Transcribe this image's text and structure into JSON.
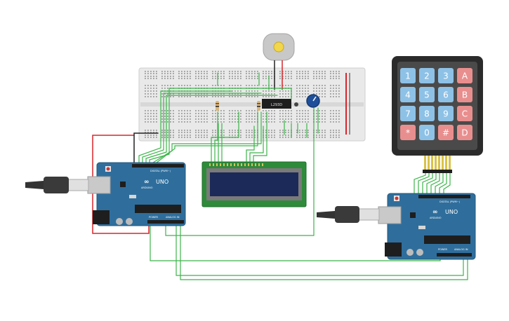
{
  "colors": {
    "wire_green": "#3cb54a",
    "wire_red": "#d9252a",
    "wire_black": "#222222",
    "board_blue": "#2f6e9c",
    "board_dark": "#265d86",
    "breadboard": "#e9e9e9",
    "lcd_pcb": "#2e8b3a",
    "lcd_screen": "#1c2a5a",
    "keypad_body": "#2b2b2b",
    "key_blue": "#8ec1e6",
    "key_red": "#e98e8e"
  },
  "arduino_left": {
    "model": "UNO",
    "brand": "ARDUINO",
    "power_label": "POWER",
    "analog_label": "ANALOG IN",
    "digital_label": "DIGITAL (PWM~)"
  },
  "arduino_right": {
    "model": "UNO",
    "brand": "ARDUINO",
    "power_label": "POWER",
    "analog_label": "ANALOG IN",
    "digital_label": "DIGITAL (PWM~)"
  },
  "keypad": {
    "keys": [
      {
        "label": "1",
        "kind": "num"
      },
      {
        "label": "2",
        "kind": "num"
      },
      {
        "label": "3",
        "kind": "num"
      },
      {
        "label": "A",
        "kind": "letter"
      },
      {
        "label": "4",
        "kind": "num"
      },
      {
        "label": "5",
        "kind": "num"
      },
      {
        "label": "6",
        "kind": "num"
      },
      {
        "label": "B",
        "kind": "letter"
      },
      {
        "label": "7",
        "kind": "num"
      },
      {
        "label": "8",
        "kind": "num"
      },
      {
        "label": "9",
        "kind": "num"
      },
      {
        "label": "C",
        "kind": "letter"
      },
      {
        "label": "*",
        "kind": "sym"
      },
      {
        "label": "0",
        "kind": "num"
      },
      {
        "label": "#",
        "kind": "sym"
      },
      {
        "label": "D",
        "kind": "letter"
      }
    ]
  },
  "ic_label": "L293D",
  "motor_icon": "dc-motor-icon",
  "potentiometer_icon": "potentiometer-icon",
  "usb_icon": "usb-cable-icon"
}
